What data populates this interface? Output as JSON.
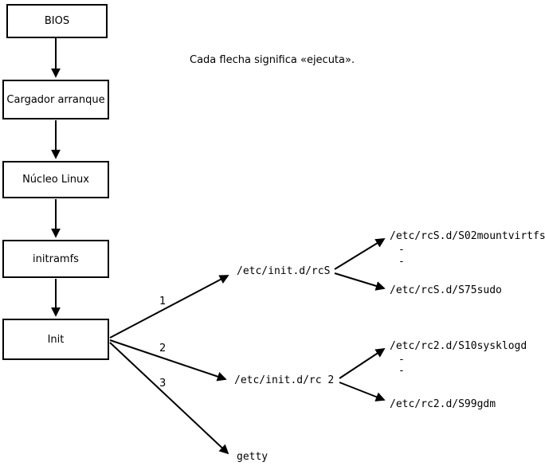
{
  "caption": "Cada flecha significa «ejecuta».",
  "boxes": {
    "bios": "BIOS",
    "bootloader": "Cargador arranque",
    "kernel": "Núcleo Linux",
    "initramfs": "initramfs",
    "init": "Init"
  },
  "branch_labels": {
    "one": "1",
    "two": "2",
    "three": "3"
  },
  "targets": {
    "rcS": "/etc/init.d/rcS",
    "rc2": "/etc/init.d/rc 2",
    "getty": "getty",
    "rcS_first": "/etc/rcS.d/S02mountvirtfs",
    "rcS_last": "/etc/rcS.d/S75sudo",
    "rc2_first": "/etc/rc2.d/S10sysklogd",
    "rc2_last": "/etc/rc2.d/S99gdm",
    "dash": "-"
  }
}
